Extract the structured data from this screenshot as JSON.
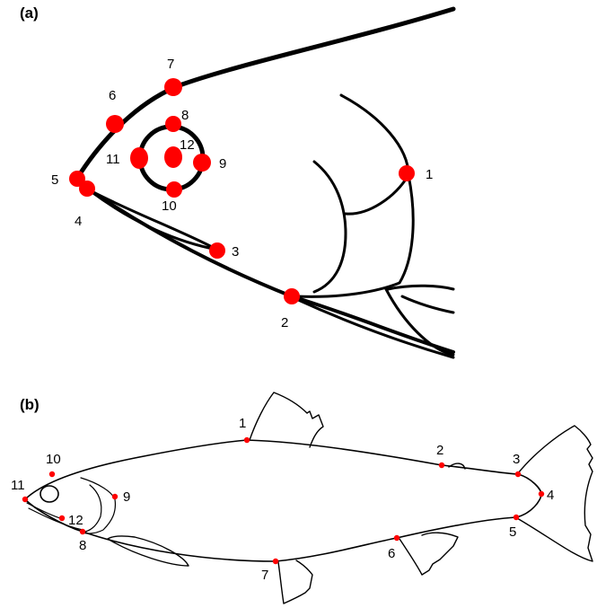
{
  "panels": [
    {
      "id": "a",
      "label": "(a)",
      "landmarks": [
        "1",
        "2",
        "3",
        "4",
        "5",
        "6",
        "7",
        "8",
        "9",
        "10",
        "11",
        "12"
      ]
    },
    {
      "id": "b",
      "label": "(b)",
      "landmarks": [
        "1",
        "2",
        "3",
        "4",
        "5",
        "6",
        "7",
        "8",
        "9",
        "10",
        "11",
        "12"
      ]
    }
  ],
  "colors": {
    "landmark": "#ff0000",
    "outline": "#000000"
  }
}
